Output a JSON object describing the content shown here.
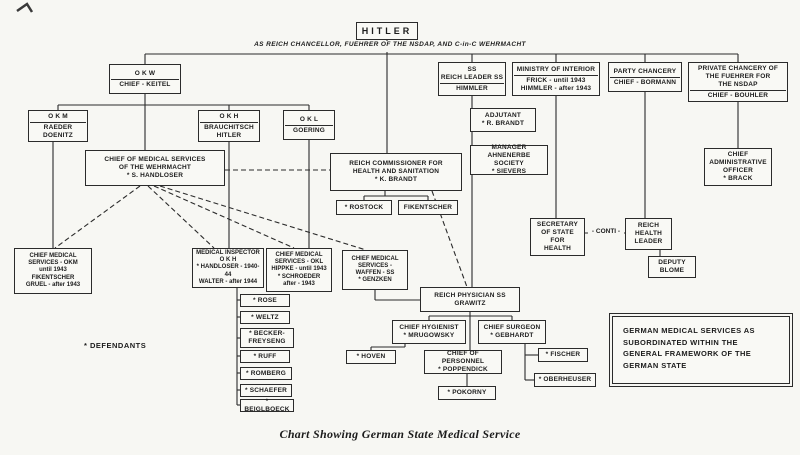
{
  "title_box": "HITLER",
  "subtitle": "AS REICH CHANCELLOR, FUEHRER OF THE NSDAP, AND C-in-C WEHRMACHT",
  "caption": "Chart Showing German State Medical Service",
  "legend": "* DEFENDANTS",
  "conti": "- CONTI -",
  "note": {
    "lines": [
      "GERMAN MEDICAL SERVICES AS",
      "SUBORDINATED WITHIN THE",
      "GENERAL FRAMEWORK OF THE",
      "GERMAN STATE"
    ]
  },
  "nodes": {
    "okw": {
      "title": "O K W",
      "lines": [
        "CHIEF - KEITEL"
      ]
    },
    "okm": {
      "title": "O K M",
      "lines": [
        "RAEDER",
        "DOENITZ"
      ]
    },
    "okh": {
      "title": "O K H",
      "lines": [
        "BRAUCHITSCH",
        "HITLER"
      ]
    },
    "okl": {
      "title": "O K L",
      "lines": [
        "GOERING"
      ]
    },
    "chief_med_wehrmacht": {
      "lines": [
        "CHIEF OF MEDICAL SERVICES",
        "OF THE WEHRMACHT",
        "* S. HANDLOSER"
      ]
    },
    "reich_commissioner": {
      "lines": [
        "REICH COMMISSIONER FOR",
        "HEALTH AND SANITATION",
        "* K. BRANDT"
      ]
    },
    "rostock": {
      "lines": [
        "* ROSTOCK"
      ]
    },
    "fikentscher_box": {
      "lines": [
        "FIKENTSCHER"
      ]
    },
    "ss_leader": {
      "title_lines": [
        "SS",
        "REICH LEADER SS"
      ],
      "lines": [
        "HIMMLER"
      ]
    },
    "ministry_interior": {
      "title": "MINISTRY OF INTERIOR",
      "lines": [
        "FRICK - until 1943",
        "HIMMLER - after 1943"
      ]
    },
    "party_chancery": {
      "title": "PARTY CHANCERY",
      "lines": [
        "CHIEF - BORMANN"
      ]
    },
    "private_chancery": {
      "title_lines": [
        "PRIVATE CHANCERY OF",
        "THE FUEHRER FOR",
        "THE NSDAP"
      ],
      "lines": [
        "CHIEF - BOUHLER"
      ]
    },
    "adjutant": {
      "lines": [
        "ADJUTANT",
        "* R. BRANDT"
      ]
    },
    "ahnenerbe": {
      "lines": [
        "MANAGER",
        "AHNENERBE SOCIETY",
        "* SIEVERS"
      ]
    },
    "secretary_health": {
      "lines": [
        "SECRETARY",
        "OF STATE",
        "FOR",
        "HEALTH"
      ]
    },
    "reich_health_leader": {
      "lines": [
        "REICH",
        "HEALTH",
        "LEADER"
      ]
    },
    "deputy": {
      "lines": [
        "DEPUTY",
        "BLOME"
      ]
    },
    "chief_admin": {
      "lines": [
        "CHIEF",
        "ADMINISTRATIVE",
        "OFFICER",
        "* BRACK"
      ]
    },
    "chief_med_okm": {
      "lines": [
        "CHIEF MEDICAL",
        "SERVICES - OKM",
        "until 1943",
        "FIKENTSCHER",
        "GRUEL - after 1943"
      ]
    },
    "med_inspector_okh": {
      "lines": [
        "MEDICAL INSPECTOR",
        "O K H",
        "* HANDLOSER - 1940-44",
        "WALTER - after 1944"
      ]
    },
    "chief_med_okl": {
      "lines": [
        "CHIEF MEDICAL",
        "SERVICES - OKL",
        "HIPPKE - until 1943",
        "* SCHROEDER",
        "after - 1943"
      ]
    },
    "chief_med_waffen_ss": {
      "lines": [
        "CHIEF MEDICAL",
        "SERVICES -",
        "WAFFEN - SS",
        "* GENZKEN"
      ]
    },
    "reich_physician_ss": {
      "lines": [
        "REICH PHYSICIAN SS",
        "GRAWITZ"
      ]
    },
    "chief_hygienist": {
      "lines": [
        "CHIEF HYGIENIST",
        "* MRUGOWSKY"
      ]
    },
    "chief_surgeon": {
      "lines": [
        "CHIEF SURGEON",
        "* GEBHARDT"
      ]
    },
    "hoven": {
      "lines": [
        "* HOVEN"
      ]
    },
    "chief_personnel": {
      "lines": [
        "CHIEF OF PERSONNEL",
        "* POPPENDICK"
      ]
    },
    "pokorny": {
      "lines": [
        "* POKORNY"
      ]
    },
    "fischer": {
      "lines": [
        "* FISCHER"
      ]
    },
    "oberheuser": {
      "lines": [
        "* OBERHEUSER"
      ]
    },
    "rose": {
      "lines": [
        "* ROSE"
      ]
    },
    "weltz": {
      "lines": [
        "* WELTZ"
      ]
    },
    "becker_freyseng": {
      "lines": [
        "* BECKER-",
        "FREYSENG"
      ]
    },
    "ruff": {
      "lines": [
        "* RUFF"
      ]
    },
    "romberg": {
      "lines": [
        "* ROMBERG"
      ]
    },
    "schaefer": {
      "lines": [
        "* SCHAEFER"
      ]
    },
    "beiglboeck": {
      "lines": [
        "* BEIGLBOECK"
      ]
    }
  }
}
